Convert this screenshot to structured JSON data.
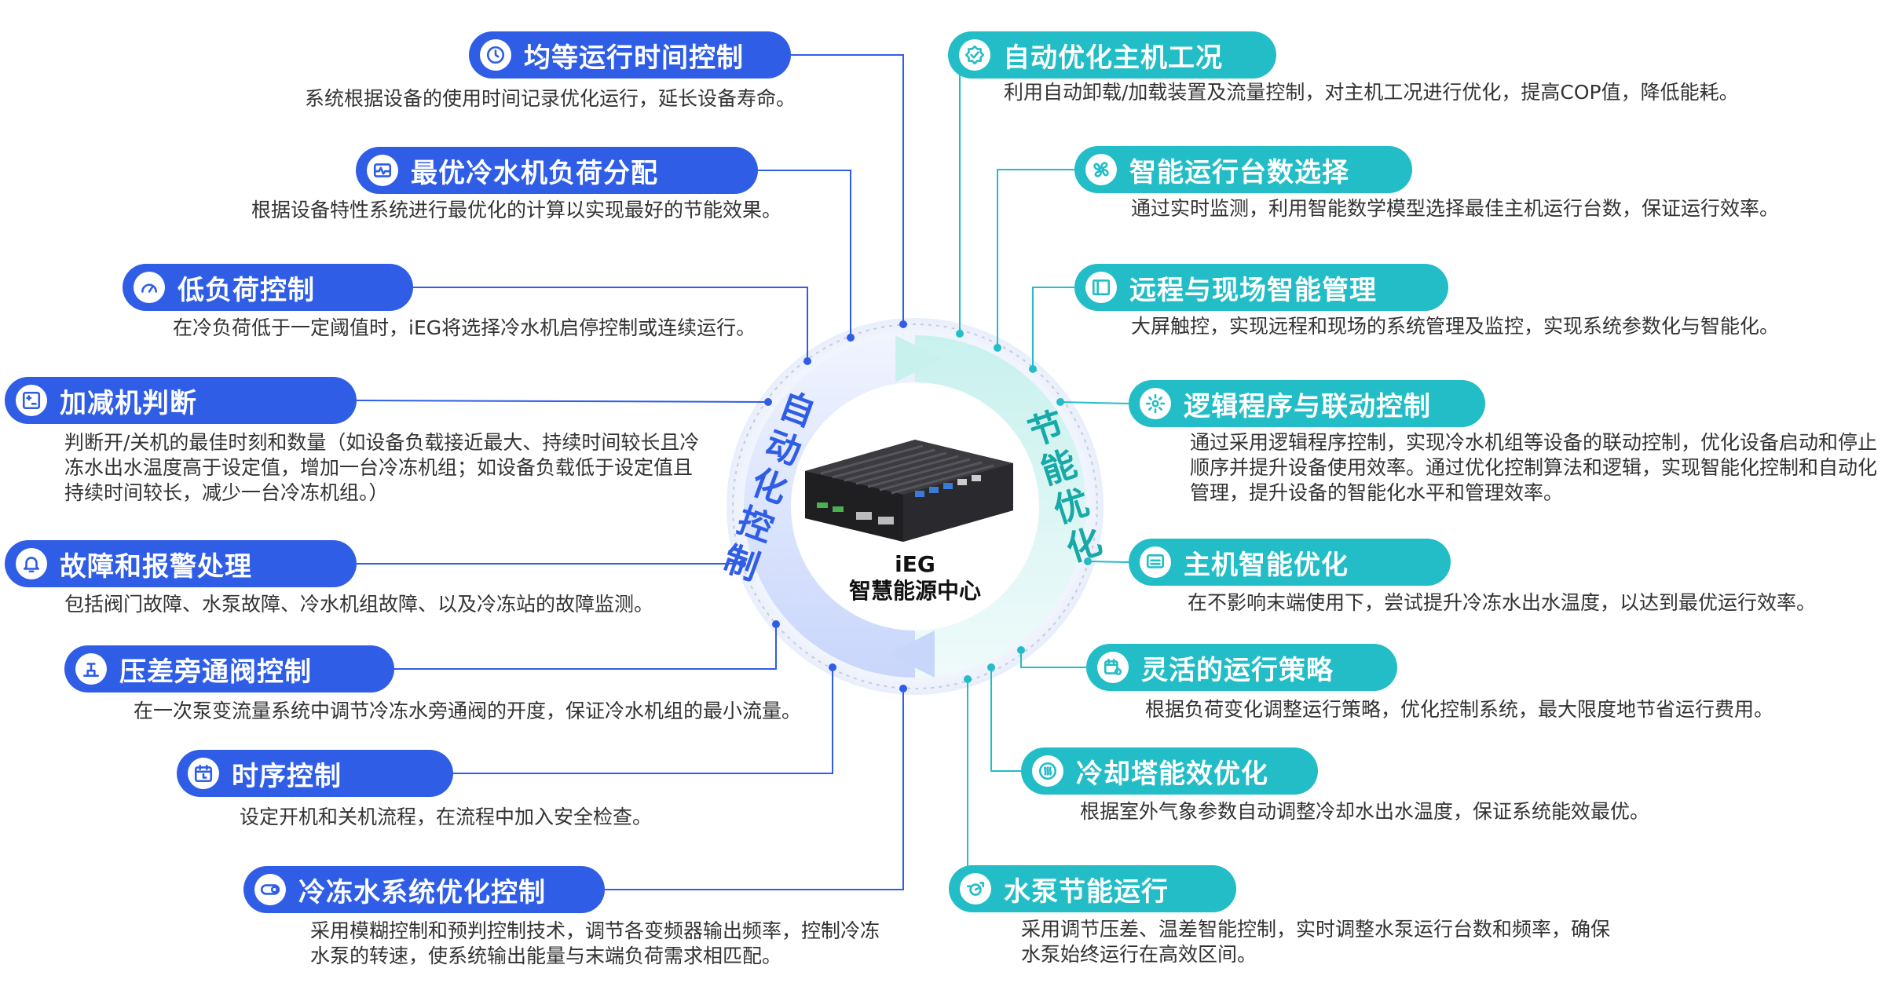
{
  "center": {
    "line1": "iEG",
    "line2": "智慧能源中心",
    "left_arc_label": "自动化控制",
    "right_arc_label": "节能优化"
  },
  "colors": {
    "blue": "#2f5de6",
    "teal": "#22bdc6"
  },
  "left": [
    {
      "title": "均等运行时间控制",
      "desc": "系统根据设备的使用时间记录优化运行，延长设备寿命。",
      "icon": "clock-icon"
    },
    {
      "title": "最优冷水机负荷分配",
      "desc": "根据设备特性系统进行最优化的计算以实现最好的节能效果。",
      "icon": "pulse-icon"
    },
    {
      "title": "低负荷控制",
      "desc": "在冷负荷低于一定阈值时，iEG将选择冷水机启停控制或连续运行。",
      "icon": "gauge-icon"
    },
    {
      "title": "加减机判断",
      "desc": "判断开/关机的最佳时刻和数量（如设备负载接近最大、持续时间较长且冷冻水出水温度高于设定值，增加一台冷冻机组；如设备负载低于设定值且持续时间较长，减少一台冷冻机组。）",
      "icon": "plus-minus-icon"
    },
    {
      "title": "故障和报警处理",
      "desc": "包括阀门故障、水泵故障、冷水机组故障、以及冷冻站的故障监测。",
      "icon": "alarm-bell-icon"
    },
    {
      "title": "压差旁通阀控制",
      "desc": "在一次泵变流量系统中调节冷冻水旁通阀的开度，保证冷水机组的最小流量。",
      "icon": "valve-icon"
    },
    {
      "title": "时序控制",
      "desc": "设定开机和关机流程，在流程中加入安全检查。",
      "icon": "schedule-icon"
    },
    {
      "title": "冷冻水系统优化控制",
      "desc": "采用模糊控制和预判控制技术，调节各变频器输出频率，控制冷冻水泵的转速，使系统输出能量与末端负荷需求相匹配。",
      "icon": "toggle-icon"
    }
  ],
  "right": [
    {
      "title": "自动优化主机工况",
      "desc": "利用自动卸载/加载装置及流量控制，对主机工况进行优化，提高COP值，降低能耗。",
      "icon": "verified-badge-icon"
    },
    {
      "title": "智能运行台数选择",
      "desc": "通过实时监测，利用智能数学模型选择最佳主机运行台数，保证运行效率。",
      "icon": "fan-icon"
    },
    {
      "title": "远程与现场智能管理",
      "desc": "大屏触控，实现远程和现场的系统管理及监控，实现系统参数化与智能化。",
      "icon": "screen-icon"
    },
    {
      "title": "逻辑程序与联动控制",
      "desc": "通过采用逻辑程序控制，实现冷水机组等设备的联动控制，优化设备启动和停止顺序并提升设备使用效率。通过优化控制算法和逻辑，实现智能化控制和自动化管理，提升设备的智能化水平和管理效率。",
      "icon": "gear-icon"
    },
    {
      "title": "主机智能优化",
      "desc": "在不影响末端使用下，尝试提升冷冻水出水温度，以达到最优运行效率。",
      "icon": "chat-box-icon"
    },
    {
      "title": "灵活的运行策略",
      "desc": "根据负荷变化调整运行策略，优化控制系统，最大限度地节省运行费用。",
      "icon": "calendar-settings-icon"
    },
    {
      "title": "冷却塔能效优化",
      "desc": "根据室外气象参数自动调整冷却水出水温度，保证系统能效最优。",
      "icon": "heat-waves-icon"
    },
    {
      "title": "水泵节能运行",
      "desc": "采用调节压差、温差智能控制，实时调整水泵运行台数和频率，确保水泵始终运行在高效区间。",
      "icon": "pump-icon"
    }
  ]
}
